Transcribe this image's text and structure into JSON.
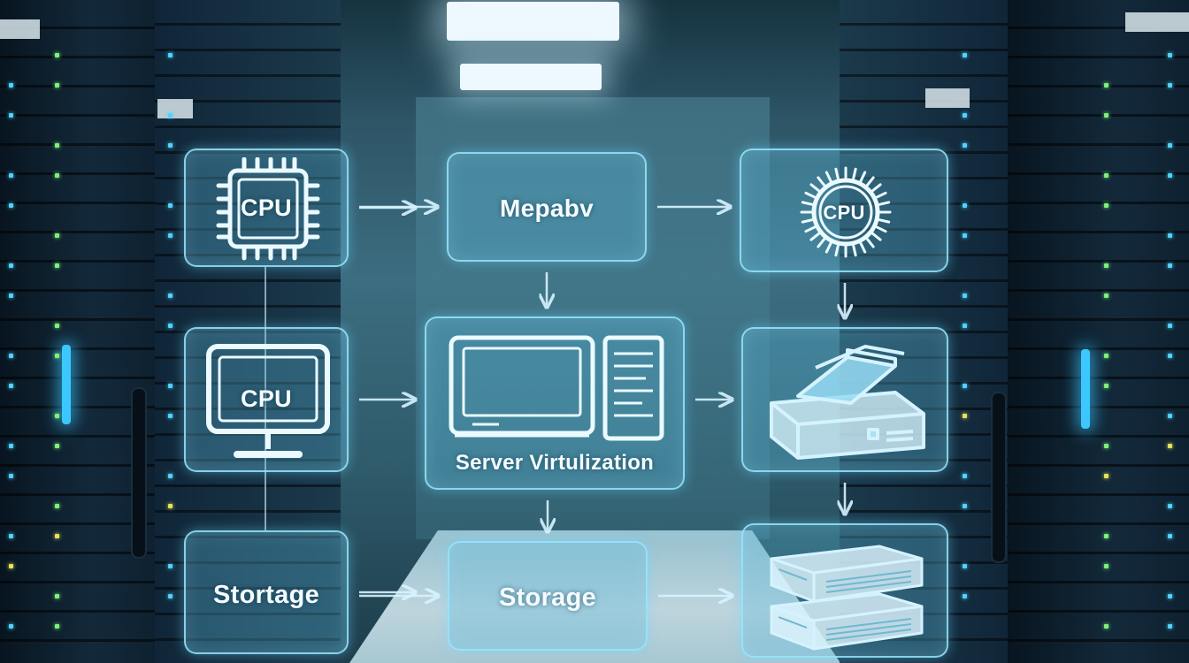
{
  "diagram": {
    "nodes": {
      "cpu_chip": {
        "label": "CPU",
        "icon": "cpu-chip-icon"
      },
      "top_center": {
        "label": "Mepabv"
      },
      "cpu_chip_right": {
        "label": "CPU",
        "icon": "cpu-chip-icon"
      },
      "cpu_monitor": {
        "label": "CPU",
        "icon": "monitor-icon"
      },
      "server_virtualization": {
        "label": "Server Virtulization",
        "icon": "monitor-and-document-icon"
      },
      "storage_box": {
        "label": "",
        "icon": "storage-box-icon"
      },
      "storage_left": {
        "label": "Stortage"
      },
      "storage_center": {
        "label": "Storage"
      },
      "server_stack": {
        "label": "",
        "icon": "server-stack-icon"
      }
    },
    "edges": [
      {
        "from": "cpu_chip",
        "to": "top_center"
      },
      {
        "from": "top_center",
        "to": "cpu_chip_right"
      },
      {
        "from": "top_center",
        "to": "server_virtualization"
      },
      {
        "from": "cpu_chip",
        "to": "server_virtualization"
      },
      {
        "from": "cpu_monitor",
        "to": "server_virtualization"
      },
      {
        "from": "storage_left",
        "to": "server_virtualization"
      },
      {
        "from": "server_virtualization",
        "to": "storage_center"
      },
      {
        "from": "server_virtualization",
        "to": "storage_box"
      },
      {
        "from": "cpu_chip_right",
        "to": "storage_box"
      },
      {
        "from": "storage_box",
        "to": "server_stack"
      },
      {
        "from": "storage_left",
        "to": "storage_center"
      },
      {
        "from": "storage_center",
        "to": "server_stack"
      }
    ],
    "colors": {
      "card_fill": "#5ab9dc",
      "card_border": "#96e6ff",
      "connector": "#d8f4ff",
      "icon_stroke": "#eafaff",
      "background": "#0c1c26"
    }
  }
}
